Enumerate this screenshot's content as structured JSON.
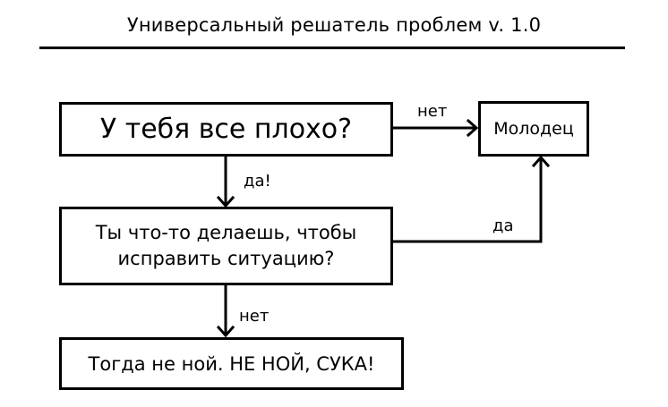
{
  "title": "Универсальный решатель проблем v. 1.0",
  "nodes": {
    "q1": "У тебя все плохо?",
    "ok": "Молодец",
    "q2_line1": "Ты что-то делаешь, чтобы",
    "q2_line2": "исправить ситуацию?",
    "end": "Тогда не ной. НЕ НОЙ, СУКА!"
  },
  "edges": {
    "q1_to_ok": "нет",
    "q1_to_q2": "да!",
    "q2_to_ok": "да",
    "q2_to_end": "нет"
  }
}
